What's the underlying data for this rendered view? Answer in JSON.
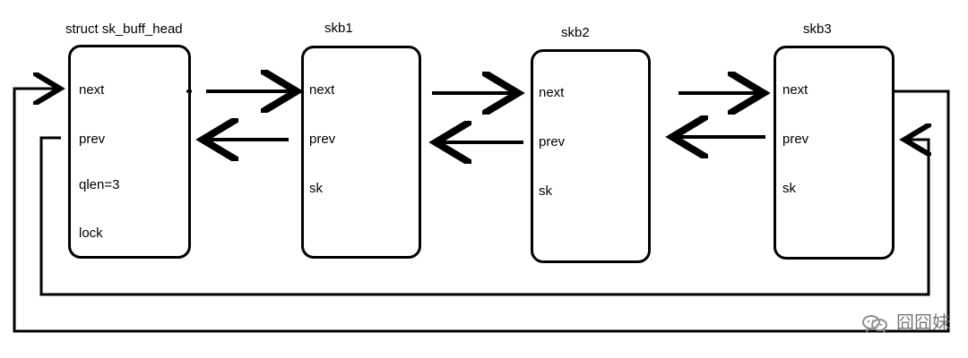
{
  "nodes": [
    {
      "title": "struct sk_buff_head",
      "fields": [
        "next",
        "prev",
        "qlen=3",
        "lock"
      ]
    },
    {
      "title": "skb1",
      "fields": [
        "next",
        "prev",
        "sk"
      ]
    },
    {
      "title": "skb2",
      "fields": [
        "next",
        "prev",
        "sk"
      ]
    },
    {
      "title": "skb3",
      "fields": [
        "next",
        "prev",
        "sk"
      ]
    }
  ],
  "watermark": {
    "text": "囧囧妹",
    "icon": "wechat-icon"
  }
}
